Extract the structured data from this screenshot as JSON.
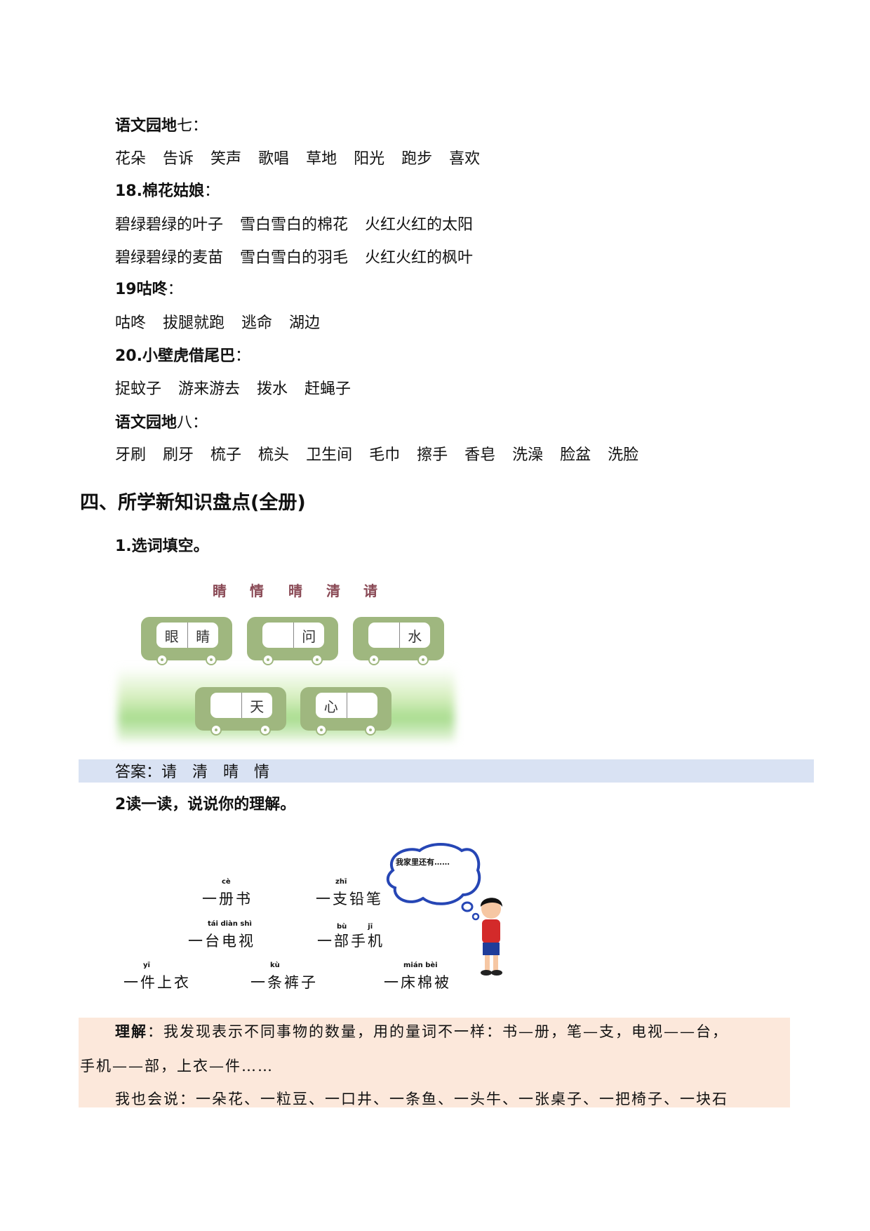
{
  "sections": [
    {
      "title_bold": "语文园地",
      "title_rest": "七：",
      "words": [
        "花朵",
        "告诉",
        "笑声",
        "歌唱",
        "草地",
        "阳光",
        "跑步",
        "喜欢"
      ]
    },
    {
      "title_bold": "18.棉花姑娘",
      "title_rest": "：",
      "lines": [
        [
          "碧绿碧绿的叶子",
          "雪白雪白的棉花",
          "火红火红的太阳"
        ],
        [
          "碧绿碧绿的麦苗",
          "雪白雪白的羽毛",
          "火红火红的枫叶"
        ]
      ]
    },
    {
      "title_bold": "19咕咚",
      "title_rest": "：",
      "words": [
        "咕咚",
        "拔腿就跑",
        "逃命",
        "湖边"
      ]
    },
    {
      "title_bold": "20.小壁虎借尾巴",
      "title_rest": "：",
      "words": [
        "捉蚊子",
        "游来游去",
        "拨水",
        "赶蝇子"
      ]
    },
    {
      "title_bold": "语文园地",
      "title_rest": "八：",
      "words": [
        "牙刷",
        "刷牙",
        "梳子",
        "梳头",
        "卫生间",
        "毛巾",
        "擦手",
        "香皂",
        "洗澡",
        "脸盆",
        "洗脸"
      ]
    }
  ],
  "heading": "四、所学新知识盘点(全册)",
  "q1": {
    "title": "1.选词填空。",
    "options": [
      "睛",
      "情",
      "晴",
      "清",
      "请"
    ],
    "cars": [
      [
        "眼",
        "睛"
      ],
      [
        "",
        "问"
      ],
      [
        "",
        "水"
      ],
      [
        "",
        "天"
      ],
      [
        "心",
        ""
      ]
    ],
    "answer": "答案：请　清　晴　情"
  },
  "q2": {
    "title": "2读一读，说说你的理解。",
    "phrases": [
      {
        "text": "一册书",
        "pinyin": "cè"
      },
      {
        "text": "一支铅笔",
        "pinyin": "zhī"
      },
      {
        "text": "一台电视",
        "pinyin": "tái diàn shì"
      },
      {
        "text": "一部手机",
        "pinyin": "bù　　　jī"
      },
      {
        "text": "一件上衣",
        "pinyin": "yī"
      },
      {
        "text": "一条裤子",
        "pinyin": "kù"
      },
      {
        "text": "一床棉被",
        "pinyin": "mián bèi"
      }
    ],
    "bubble": "我家里还有……",
    "understanding_label": "理解",
    "understanding_line1": "：我发现表示不同事物的数量，用的量词不一样：书—册，笔—支，电视——台，",
    "understanding_line2": "手机——部，上衣—件……",
    "also_say": "我也会说：一朵花、一粒豆、一口井、一条鱼、一头牛、一张桌子、一把椅子、一块石"
  },
  "colors": {
    "answer_bg": "#d9e2f3",
    "understanding_bg": "#fce8db",
    "car": "#9fb77f",
    "bubble": "#2646b5"
  }
}
